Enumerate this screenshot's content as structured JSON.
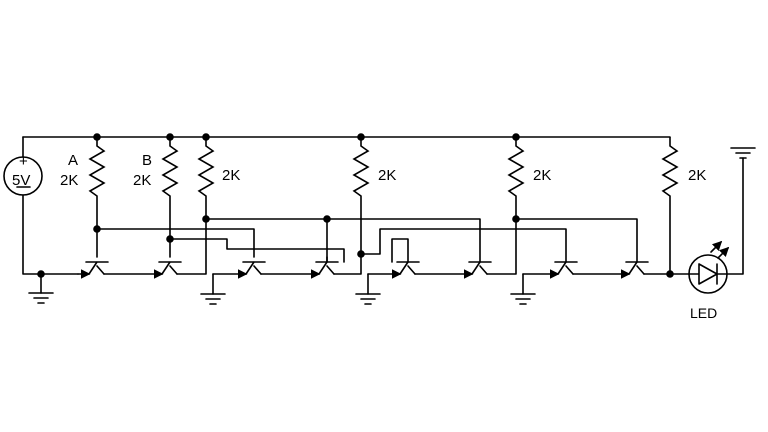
{
  "source": {
    "voltage": "5V",
    "plus": "+",
    "minus": "-"
  },
  "inputs": {
    "a": "A",
    "b": "B"
  },
  "resistors": [
    "2K",
    "2K",
    "2K",
    "2K",
    "2K",
    "2K"
  ],
  "led": {
    "label": "LED"
  }
}
